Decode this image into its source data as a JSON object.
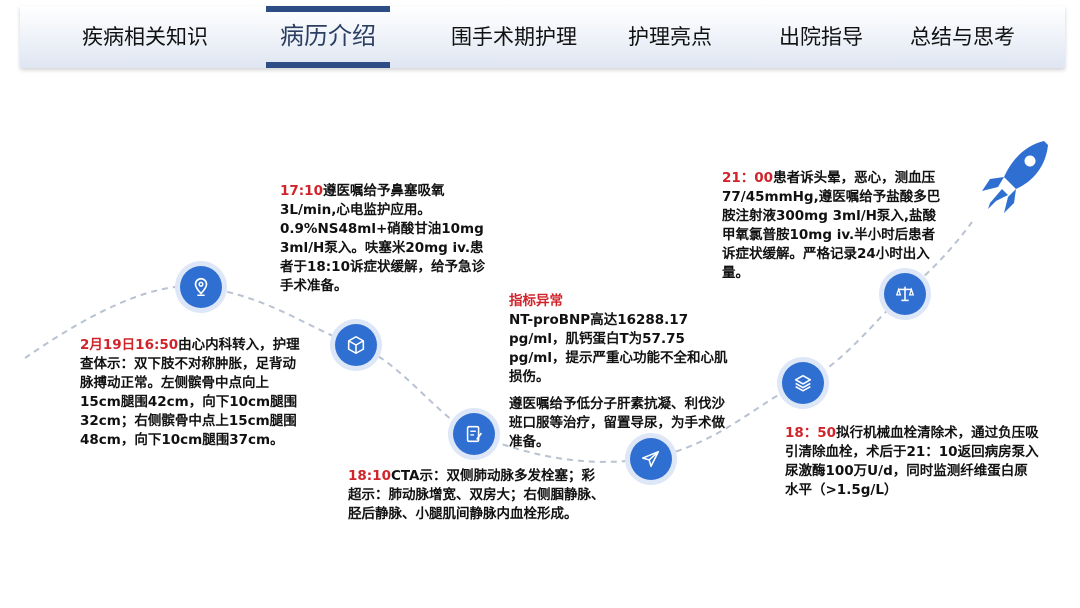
{
  "nav": {
    "tabs": [
      {
        "label": "疾病相关知识"
      },
      {
        "label": "病历介绍",
        "active": true
      },
      {
        "label": "围手术期护理"
      },
      {
        "label": "护理亮点"
      },
      {
        "label": "出院指导"
      },
      {
        "label": "总结与思考"
      }
    ]
  },
  "timeline": {
    "node_color": "#2f6fd1",
    "accent_red": "#d0242b",
    "events": [
      {
        "time": "2月19日16:50",
        "text": "由心内科转入，护理查体示：双下肢不对称肿胀，足背动脉搏动正常。左侧髌骨中点向上15cm腿围42cm，向下10cm腿围32cm；右侧髌骨中点上15cm腿围48cm，向下10cm腿围37cm。",
        "icon": "location-pin-icon"
      },
      {
        "time": "17:10",
        "text": "遵医嘱给予鼻塞吸氧3L/min,心电监护应用。0.9%NS48ml+硝酸甘油10mg 3ml/H泵入。呋塞米20mg iv.患者于18:10诉症状缓解，给予急诊手术准备。",
        "icon": "cube-icon"
      },
      {
        "time": "18:10",
        "text": "CTA示：双侧肺动脉多发栓塞；彩超示：肺动脉增宽、双房大；右侧腘静脉、胫后静脉、小腿肌间静脉内血栓形成。",
        "icon": "document-edit-icon"
      },
      {
        "title": "指标异常",
        "text": "NT-proBNP高达16288.17 pg/ml，肌钙蛋白T为57.75 pg/ml，提示严重心功能不全和心肌损伤。",
        "text2": "遵医嘱给予低分子肝素抗凝、利伐沙班口服等治疗，留置导尿，为手术做准备。",
        "icon": "paper-plane-icon"
      },
      {
        "time": "18：50",
        "text": "拟行机械血栓清除术，通过负压吸引清除血栓，术后于21：10返回病房泵入尿激酶100万U/d，同时监测纤维蛋白原水平（>1.5g/L）",
        "icon": "layers-icon"
      },
      {
        "time": "21：00",
        "text": "患者诉头晕，恶心，测血压77/45mmHg,遵医嘱给予盐酸多巴胺注射液300mg 3ml/H泵入,盐酸甲氧氯普胺10mg iv.半小时后患者诉症状缓解。严格记录24小时出入量。",
        "icon": "balance-scale-icon"
      }
    ]
  }
}
